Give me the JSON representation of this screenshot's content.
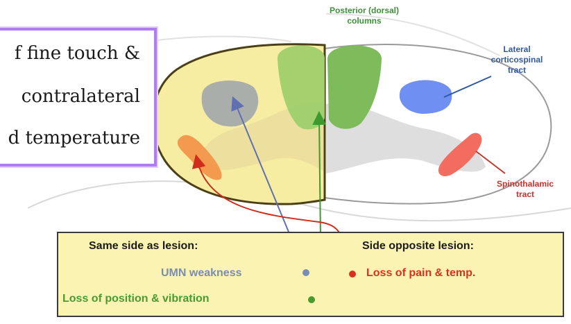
{
  "callout": {
    "line1": "f fine touch &",
    "line2": "contralateral",
    "line3": "d temperature"
  },
  "labels": {
    "posterior_columns": [
      "Posterior (dorsal)",
      "columns"
    ],
    "lateral_corticospinal": [
      "Lateral",
      "corticospinal",
      "tract"
    ],
    "spinothalamic": [
      "Spinothalamic",
      "tract"
    ]
  },
  "legend": {
    "same_side_heading": "Same side as lesion:",
    "opposite_side_heading": "Side opposite lesion:",
    "umn": "UMN weakness",
    "position_vibration": "Loss of position & vibration",
    "pain_temp": "Loss of pain & temp."
  },
  "colors": {
    "lesion_half": "#f6eda3",
    "dorsal_columns": "#7dbb5b",
    "corticospinal": "#6f8ff2",
    "spinothalamic": "#f26d5f",
    "ipsilateral_spinothalamic": "#f39a4e",
    "umn_text": "#7b8cb3",
    "position_text": "#4a9a33",
    "pain_text": "#d9301f",
    "callout_border": "#b07cf0"
  }
}
